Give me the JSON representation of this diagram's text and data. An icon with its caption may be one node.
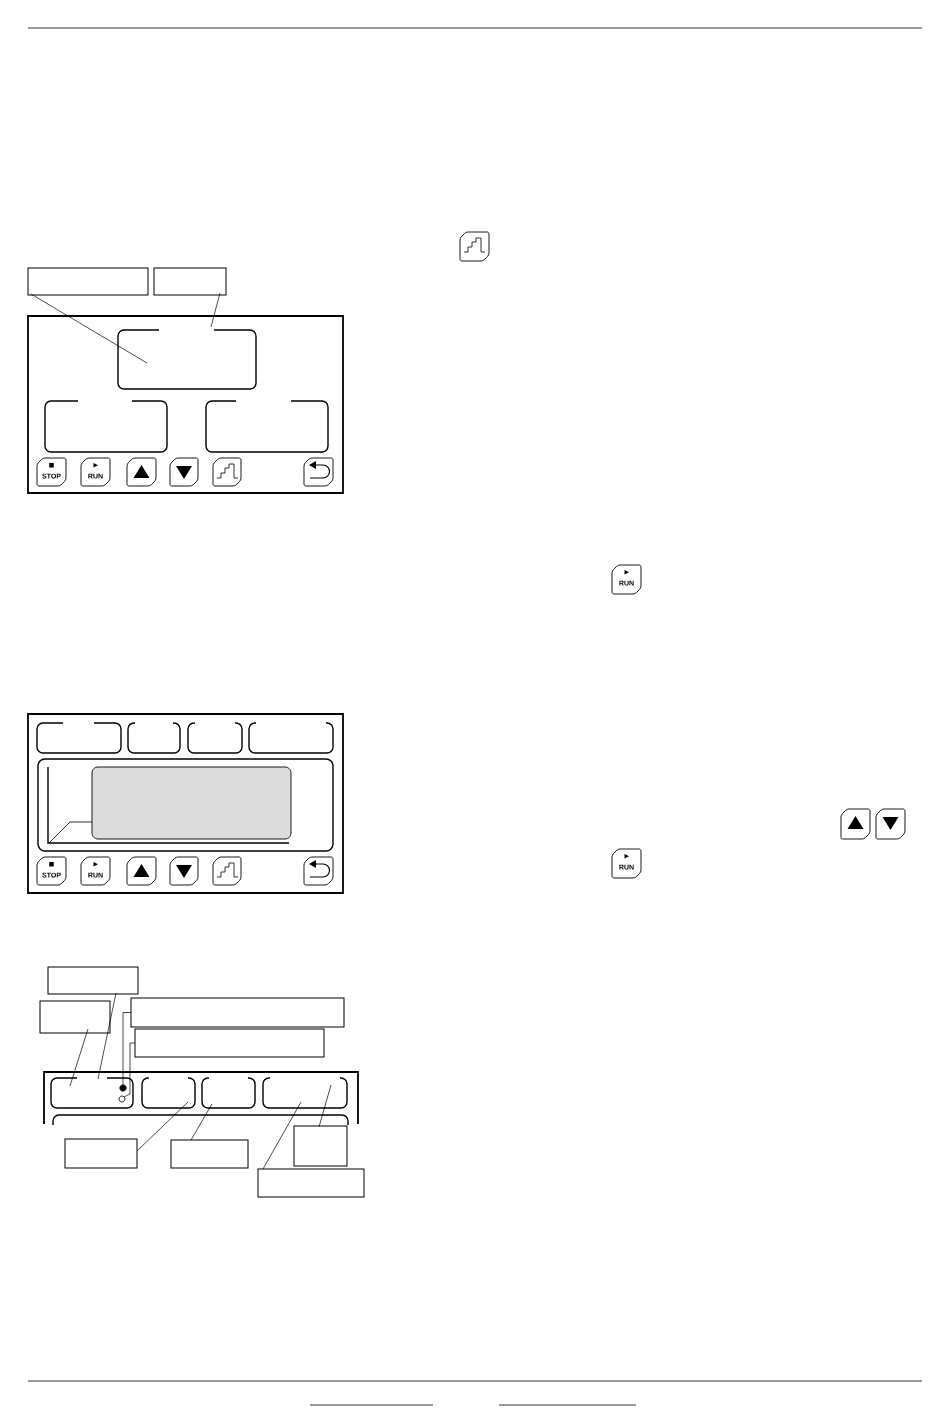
{
  "diagram": {
    "nodes": [
      {
        "text": [],
        "shape": "box"
      },
      {
        "text": [],
        "shape": "box"
      },
      {
        "text": [],
        "shape": "box"
      },
      {
        "text": [],
        "shape": "box"
      },
      {
        "text": [],
        "shape": "box",
        "in": 3
      },
      {
        "text": [],
        "shape": "box",
        "in": 3
      },
      {
        "text": [],
        "shape": "box",
        "in": 3
      },
      {
        "text": [
          "STOP"
        ],
        "in": 3
      },
      {
        "text": [
          "RUN"
        ],
        "in": 3
      },
      {
        "text": [],
        "shape": "box",
        "in": 3
      },
      {
        "text": [],
        "shape": "box",
        "in": 3
      },
      {
        "text": [],
        "shape": "box",
        "in": 3
      },
      {
        "text": [],
        "shape": "box",
        "in": 3
      },
      {
        "text": [
          "RUN"
        ]
      },
      {
        "text": [],
        "shape": "box"
      },
      {
        "text": [],
        "shape": "box",
        "in": 14
      },
      {
        "text": [],
        "shape": "box",
        "in": 14
      },
      {
        "text": [],
        "shape": "box",
        "in": 14
      },
      {
        "text": [],
        "shape": "box",
        "in": 14
      },
      {
        "text": [],
        "shape": "box",
        "in": 14
      },
      {
        "text": [],
        "shape": "box",
        "in": 19
      },
      {
        "text": [
          "STOP"
        ],
        "in": 14
      },
      {
        "text": [
          "RUN"
        ],
        "in": 14
      },
      {
        "text": [],
        "shape": "box",
        "in": 14
      },
      {
        "text": [],
        "shape": "box",
        "in": 14
      },
      {
        "text": [],
        "shape": "box",
        "in": 14
      },
      {
        "text": [],
        "shape": "box",
        "in": 14
      },
      {
        "text": [],
        "shape": "box"
      },
      {
        "text": [],
        "shape": "box"
      },
      {
        "text": [
          "RUN"
        ]
      },
      {
        "text": [],
        "shape": "box"
      },
      {
        "text": [],
        "shape": "box"
      },
      {
        "text": [],
        "shape": "box"
      },
      {
        "text": [],
        "shape": "box"
      },
      {
        "text": [],
        "shape": "box"
      },
      {
        "text": [],
        "shape": "box",
        "in": 34
      },
      {
        "text": [],
        "shape": "box",
        "in": 34
      },
      {
        "text": [],
        "shape": "box",
        "in": 34
      },
      {
        "text": [],
        "shape": "box",
        "in": 34
      },
      {
        "text": [],
        "shape": "box",
        "in": 34
      },
      {
        "text": [],
        "shape": "circle",
        "in": 35
      },
      {
        "text": [],
        "shape": "circle",
        "in": 35
      },
      {
        "text": [],
        "shape": "box"
      },
      {
        "text": [],
        "shape": "box"
      },
      {
        "text": [],
        "shape": "box"
      },
      {
        "text": [],
        "shape": "box"
      }
    ],
    "edges": [
      {
        "from": 1,
        "to": 4,
        "arrow": "none"
      },
      {
        "from": 2,
        "to": 4,
        "arrow": "none"
      },
      {
        "from": 30,
        "to": 35,
        "arrow": "none"
      },
      {
        "from": 31,
        "to": 35,
        "arrow": "none"
      },
      {
        "from": 32,
        "to": 40,
        "arrow": "none"
      },
      {
        "from": 33,
        "to": 41,
        "arrow": "none"
      },
      {
        "from": 42,
        "to": 36,
        "arrow": "none"
      },
      {
        "from": 43,
        "to": 37,
        "arrow": "none"
      },
      {
        "from": 44,
        "to": 38,
        "arrow": "none"
      },
      {
        "from": 45,
        "to": 38,
        "arrow": "none"
      }
    ]
  }
}
